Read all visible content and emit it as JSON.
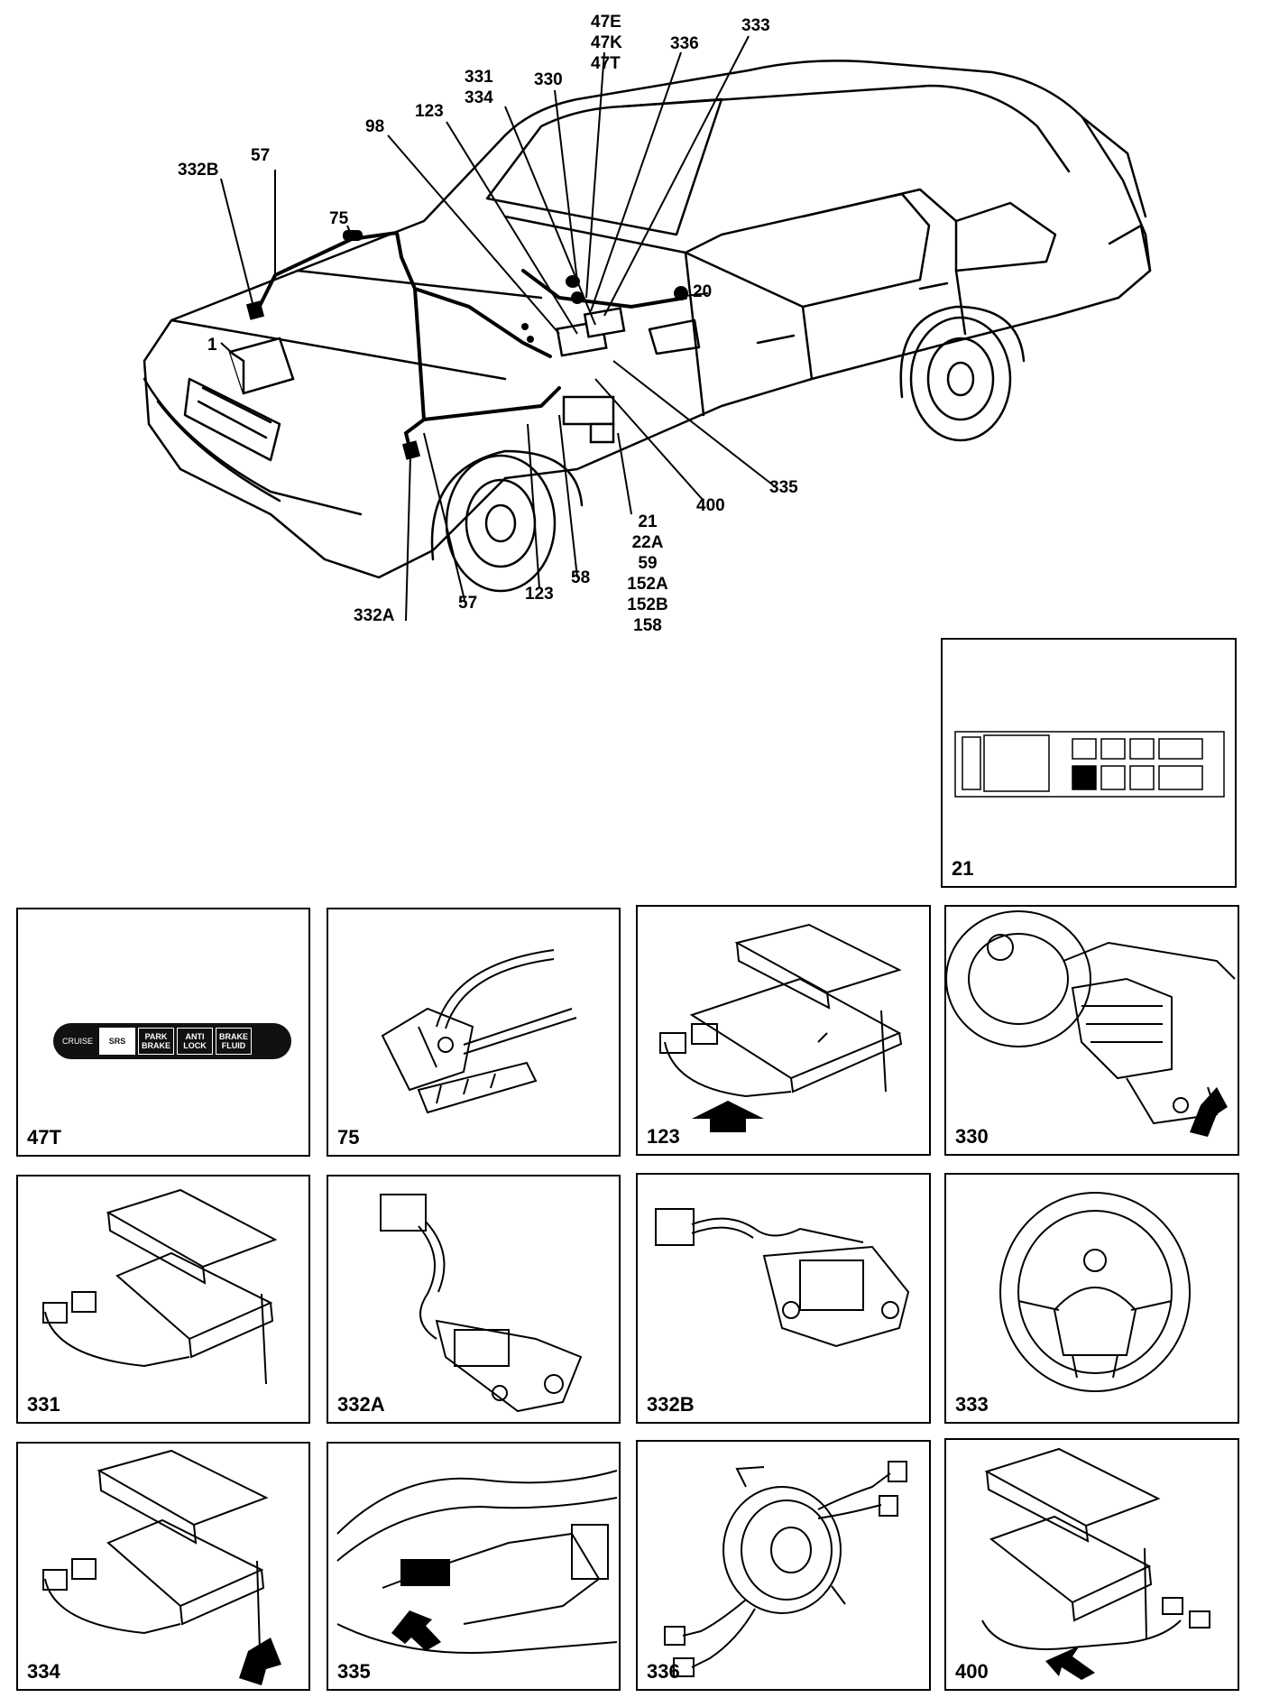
{
  "main_diagram": {
    "callouts": {
      "c47E": "47E",
      "c47K": "47K",
      "c47T": "47T",
      "c333": "333",
      "c336": "336",
      "c330": "330",
      "c331": "331",
      "c334": "334",
      "c123_top": "123",
      "c98": "98",
      "c332B": "332B",
      "c57_top": "57",
      "c75": "75",
      "c1": "1",
      "c20": "20",
      "c335": "335",
      "c400": "400",
      "c21": "21",
      "c22A": "22A",
      "c59": "59",
      "c152A": "152A",
      "c152B": "152B",
      "c158": "158",
      "c58": "58",
      "c123_bottom": "123",
      "c57_bottom": "57",
      "c332A": "332A"
    }
  },
  "panels": {
    "p21": {
      "caption": "21"
    },
    "p47T": {
      "caption": "47T",
      "indicators": [
        "CRUISE",
        "SRS",
        "PARK BRAKE",
        "ANTI LOCK",
        "BRAKE FLUID"
      ]
    },
    "p75": {
      "caption": "75"
    },
    "p123": {
      "caption": "123"
    },
    "p330": {
      "caption": "330"
    },
    "p331": {
      "caption": "331"
    },
    "p332A": {
      "caption": "332A"
    },
    "p332B": {
      "caption": "332B"
    },
    "p333": {
      "caption": "333"
    },
    "p334": {
      "caption": "334"
    },
    "p335": {
      "caption": "335"
    },
    "p336": {
      "caption": "336"
    },
    "p400": {
      "caption": "400"
    }
  },
  "colors": {
    "ink": "#000000",
    "paper": "#ffffff"
  }
}
